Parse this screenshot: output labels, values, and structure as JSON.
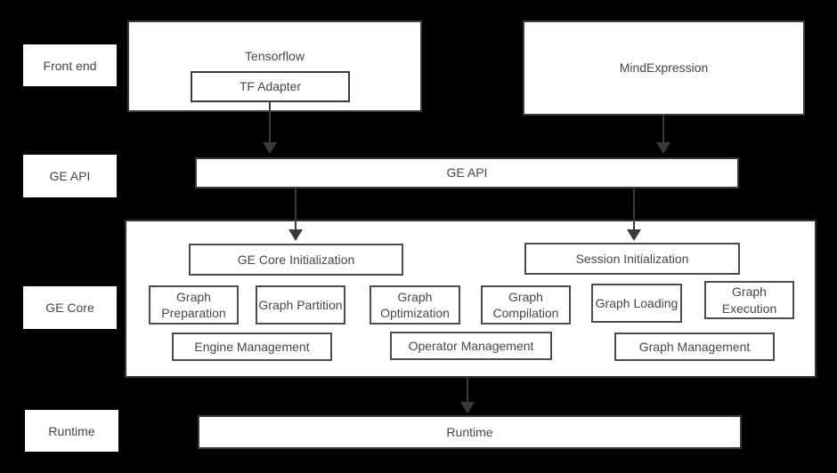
{
  "colors": {
    "background": "#000000",
    "box_fill": "#ffffff",
    "border": "#3b3b3b",
    "text": "#474747",
    "arrow": "#3a3a3a"
  },
  "side_labels": {
    "front_end": "Front end",
    "ge_api": "GE API",
    "ge_core": "GE Core",
    "runtime": "Runtime"
  },
  "front_end": {
    "tensorflow_label": "Tensorflow",
    "tf_adapter_label": "TF Adapter",
    "mind_expression_label": "MindExpression"
  },
  "ge_api": {
    "bar_label": "GE API"
  },
  "ge_core": {
    "ge_core_initialization": "GE Core Initialization",
    "session_initialization": "Session Initialization",
    "stages": [
      "Graph Preparation",
      "Graph Partition",
      "Graph Optimization",
      "Graph Compilation",
      "Graph Loading",
      "Graph Execution"
    ],
    "management": [
      "Engine Management",
      "Operator Management",
      "Graph Management"
    ]
  },
  "runtime": {
    "bar_label": "Runtime"
  }
}
